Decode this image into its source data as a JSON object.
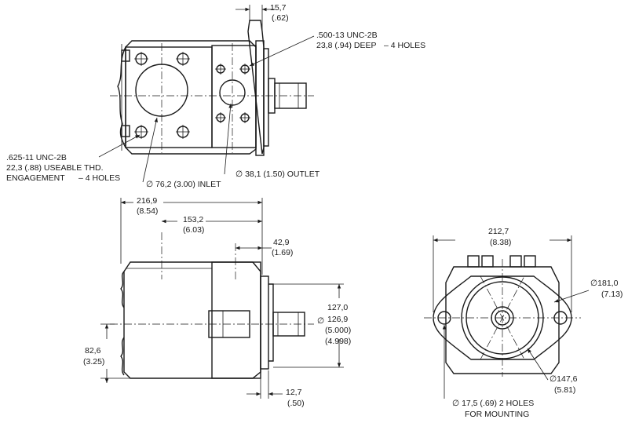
{
  "top_view": {
    "flange_dim": "15,7",
    "flange_dim_in": "(.62)",
    "outlet_thread": ".500-13 UNC-2B",
    "outlet_thread_depth": "23,8 (.94) DEEP",
    "outlet_thread_holes": "– 4 HOLES",
    "inlet_thread": ".625-11 UNC-2B",
    "inlet_thread_engagement": "22,3 (.88) USEABLE THD.",
    "inlet_thread_engagement2": "ENGAGEMENT",
    "inlet_thread_holes": "– 4 HOLES",
    "inlet_label": "∅ 76,2 (3.00) INLET",
    "outlet_label": "∅ 38,1 (1.50) OUTLET"
  },
  "side_view": {
    "overall_length": "216,9",
    "overall_length_in": "(8.54)",
    "port_center": "153,2",
    "port_center_in": "(6.03)",
    "flange_offset": "42,9",
    "flange_offset_in": "(1.69)",
    "pilot_dia_max": "127,0",
    "pilot_dia_min": "126,9",
    "pilot_dia_max_in": "(5.000)",
    "pilot_dia_min_in": "(4.998)",
    "pilot_symbol": "∅",
    "shaft_height": "82,6",
    "shaft_height_in": "(3.25)",
    "pilot_length": "12,7",
    "pilot_length_in": "(.50)"
  },
  "end_view": {
    "flange_width": "212,7",
    "flange_width_in": "(8.38)",
    "bolt_circle": "∅181,0",
    "bolt_circle_in": "(7.13)",
    "body_dia": "∅147,6",
    "body_dia_in": "(5.81)",
    "mount_holes": "∅ 17,5 (.69) 2 HOLES",
    "mount_holes2": "FOR MOUNTING"
  }
}
